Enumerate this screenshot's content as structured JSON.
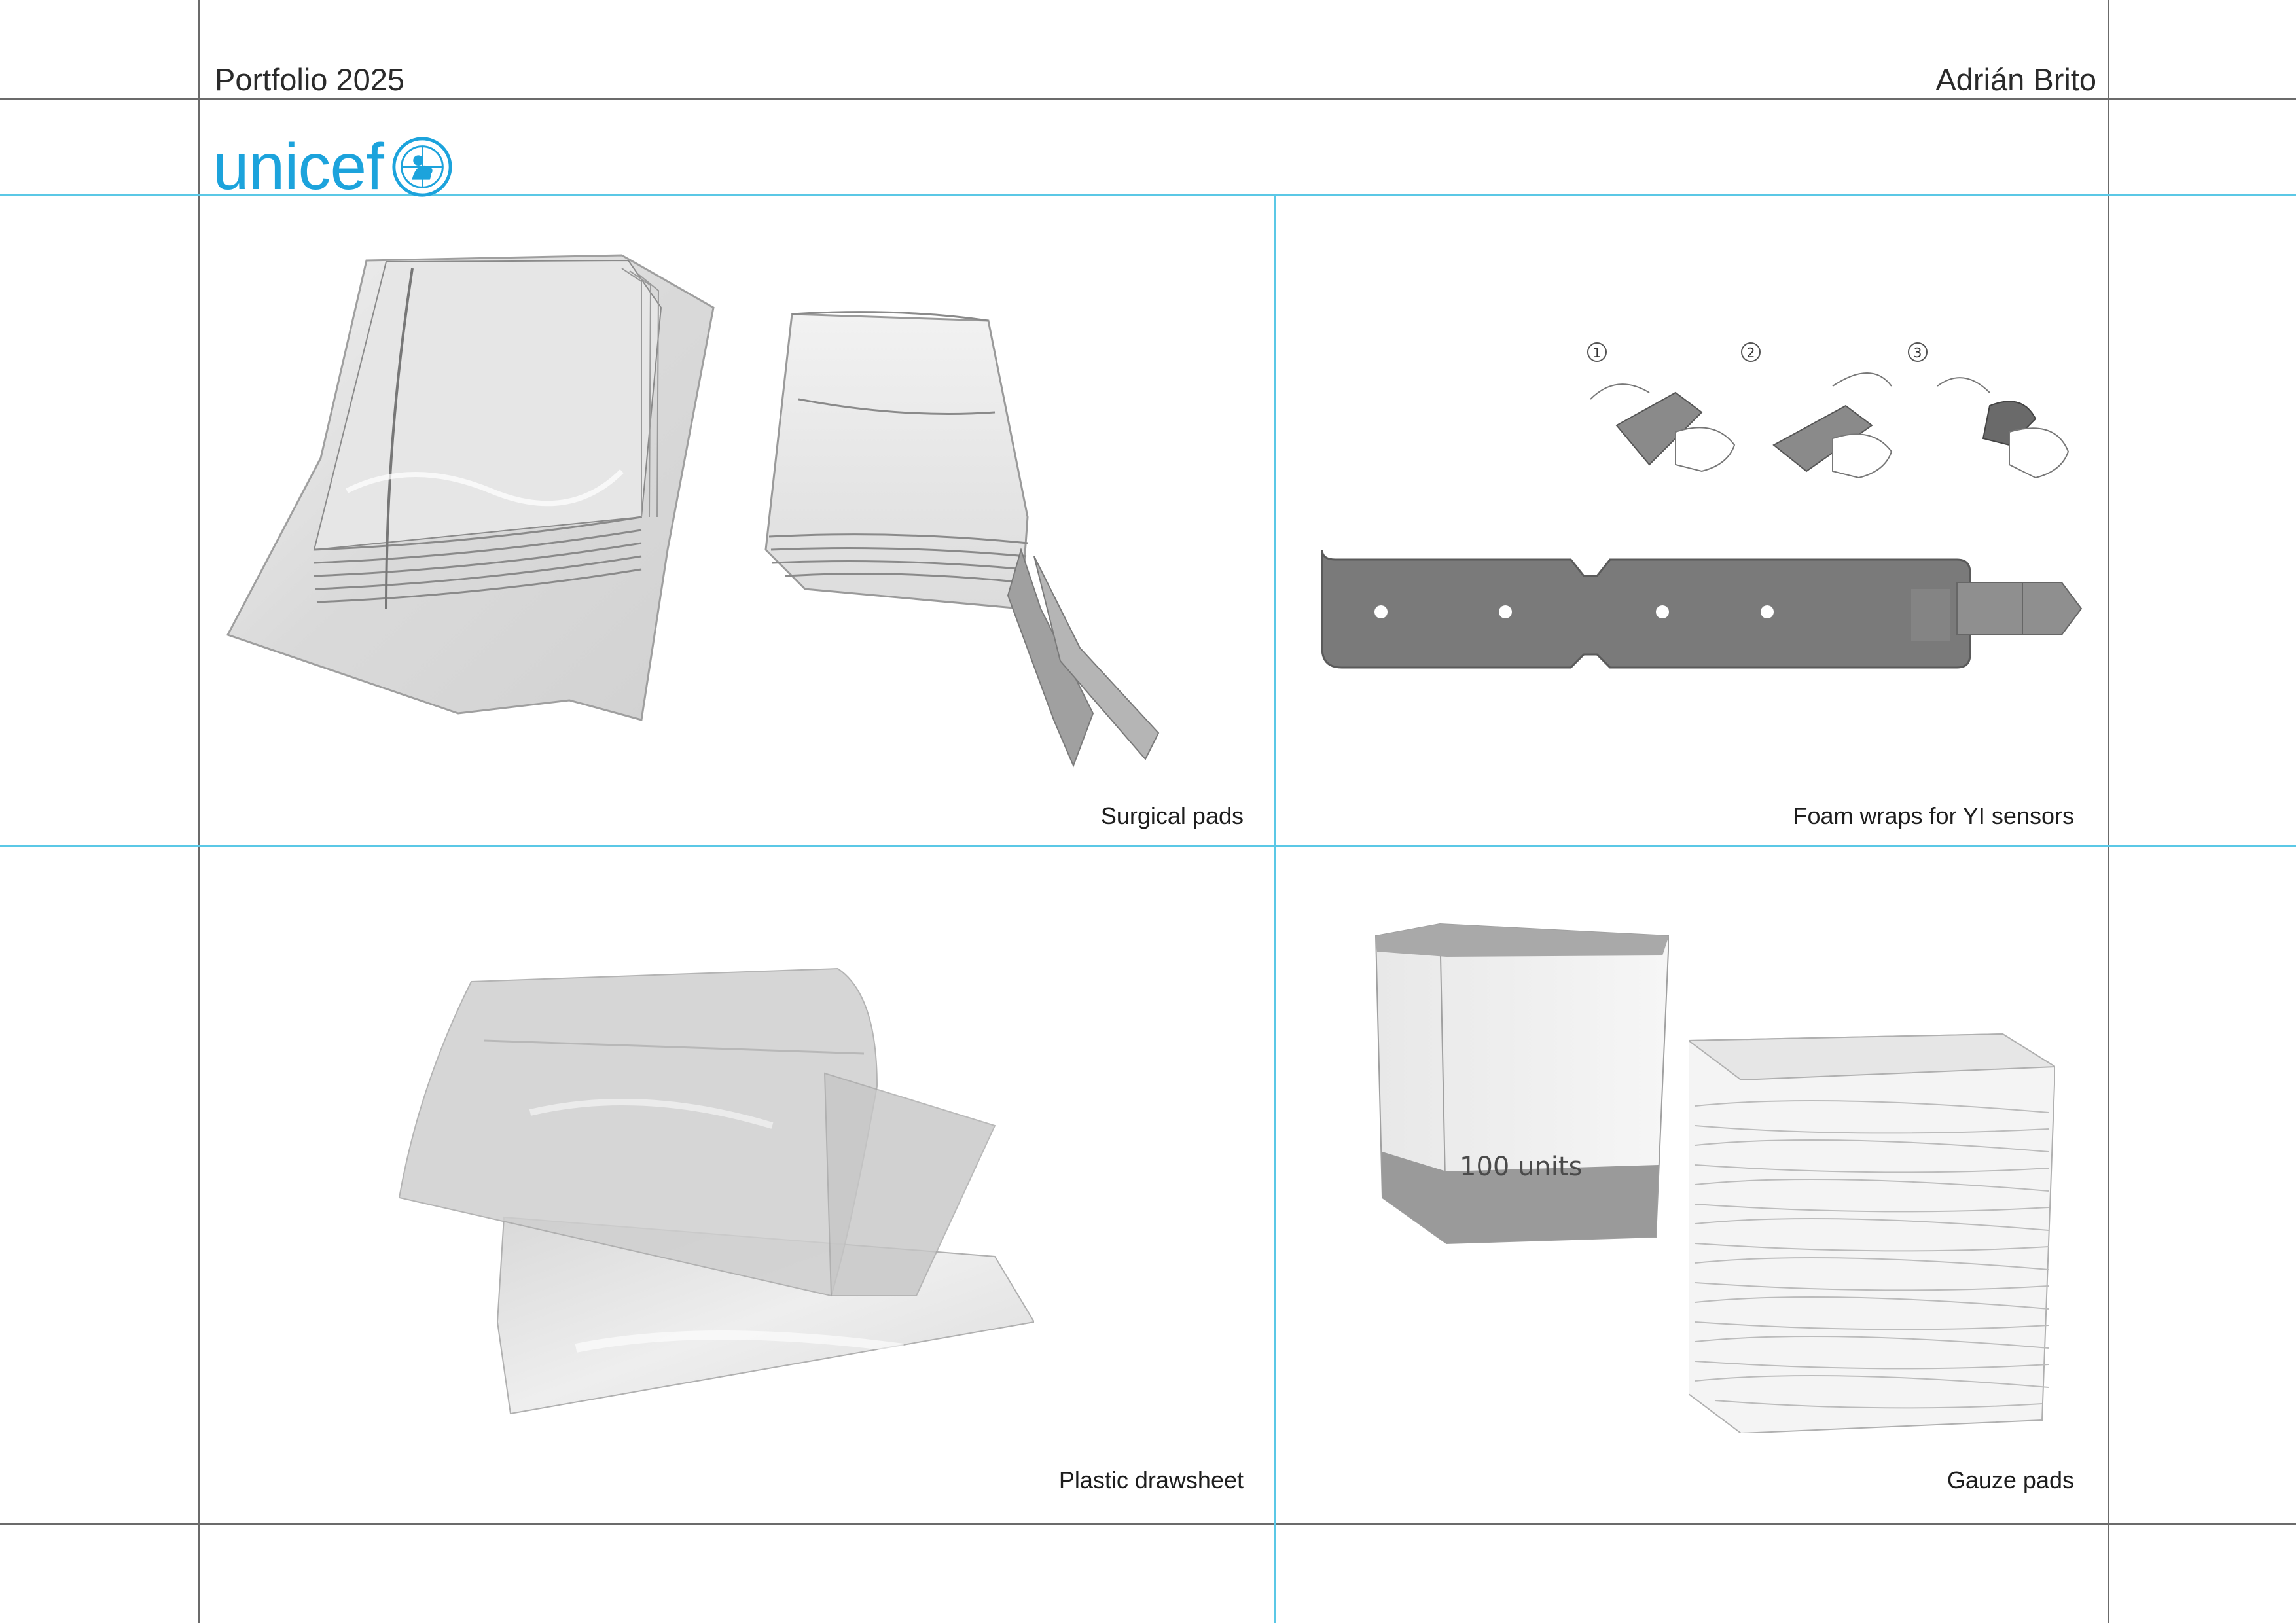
{
  "header": {
    "left_title": "Portfolio 2025",
    "right_title": "Adrián Brito"
  },
  "brand": {
    "name": "unicef",
    "color": "#1ca3dc",
    "emblem_icon": "unicef-emblem-icon"
  },
  "panels": [
    {
      "caption": "Surgical pads",
      "illustration": "surgical-pads-illustration"
    },
    {
      "caption": "Foam wraps for YI sensors",
      "illustration": "foam-wrap-illustration",
      "steps": [
        "1",
        "2",
        "3"
      ]
    },
    {
      "caption": "Plastic drawsheet",
      "illustration": "plastic-drawsheet-illustration"
    },
    {
      "caption": "Gauze pads",
      "illustration": "gauze-pads-illustration",
      "box_label": "100 units"
    }
  ],
  "colors": {
    "grid_line": "#6b6b6b",
    "guide_line": "#5bc8e6"
  }
}
